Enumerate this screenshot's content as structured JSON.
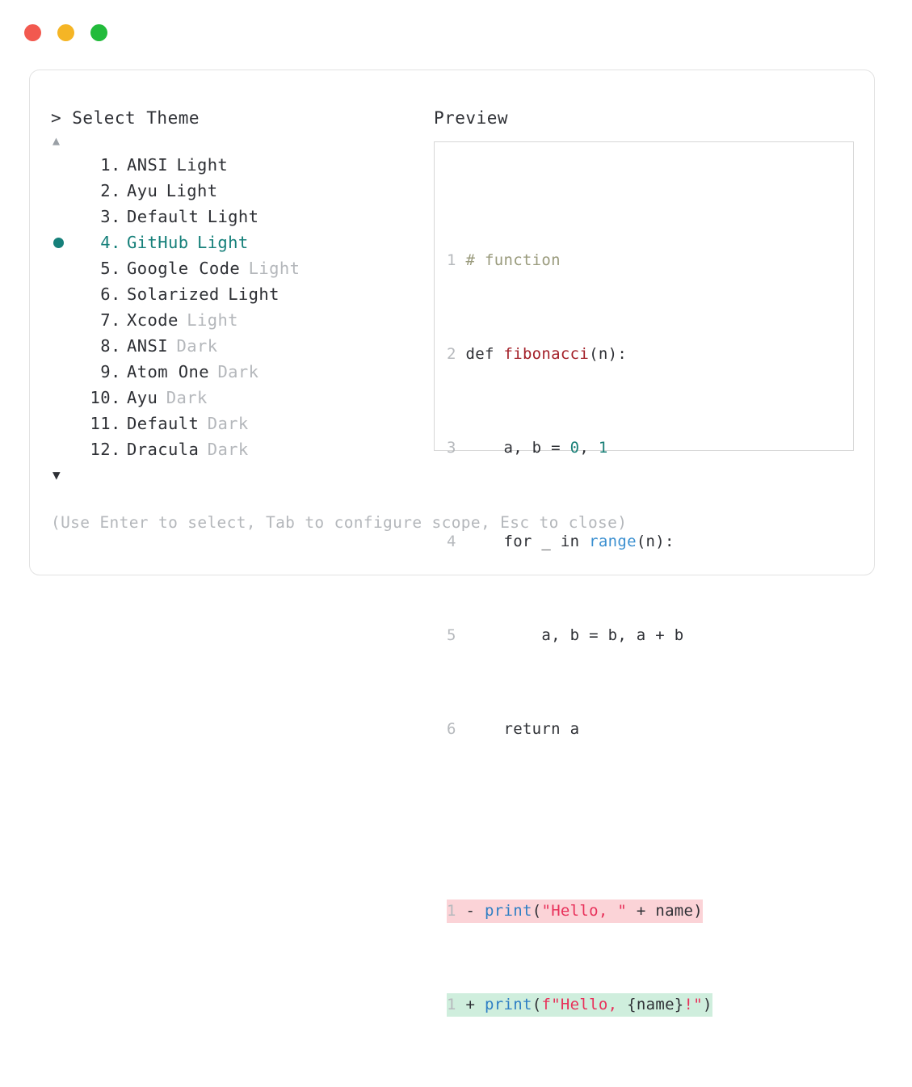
{
  "window": {
    "traffic_lights": [
      {
        "name": "close-button",
        "color": "#f2594f"
      },
      {
        "name": "minimize-button",
        "color": "#f5b525"
      },
      {
        "name": "maximize-button",
        "color": "#22bb3b"
      }
    ]
  },
  "selector": {
    "prompt": "> Select Theme",
    "scroll_up_icon": "▲",
    "scroll_down_icon": "▼",
    "selected_index": 4,
    "bullet_icon": "●",
    "accent_color": "#16807a",
    "items": [
      {
        "index": "1",
        "dot": ".",
        "name": "ANSI",
        "variant": "Light",
        "variant_strong": true,
        "selected": false
      },
      {
        "index": "2",
        "dot": ".",
        "name": "Ayu",
        "variant": "Light",
        "variant_strong": true,
        "selected": false
      },
      {
        "index": "3",
        "dot": ".",
        "name": "Default",
        "variant": "Light",
        "variant_strong": true,
        "selected": false
      },
      {
        "index": "4",
        "dot": ".",
        "name": "GitHub",
        "variant": "Light",
        "variant_strong": true,
        "selected": true
      },
      {
        "index": "5",
        "dot": ".",
        "name": "Google Code",
        "variant": "Light",
        "variant_strong": false,
        "selected": false
      },
      {
        "index": "6",
        "dot": ".",
        "name": "Solarized",
        "variant": "Light",
        "variant_strong": true,
        "selected": false
      },
      {
        "index": "7",
        "dot": ".",
        "name": "Xcode",
        "variant": "Light",
        "variant_strong": false,
        "selected": false
      },
      {
        "index": "8",
        "dot": ".",
        "name": "ANSI",
        "variant": "Dark",
        "variant_strong": false,
        "selected": false
      },
      {
        "index": "9",
        "dot": ".",
        "name": "Atom One",
        "variant": "Dark",
        "variant_strong": false,
        "selected": false
      },
      {
        "index": "10",
        "dot": ".",
        "name": "Ayu",
        "variant": "Dark",
        "variant_strong": false,
        "selected": false
      },
      {
        "index": "11",
        "dot": ".",
        "name": "Default",
        "variant": "Dark",
        "variant_strong": false,
        "selected": false
      },
      {
        "index": "12",
        "dot": ".",
        "name": "Dracula",
        "variant": "Dark",
        "variant_strong": false,
        "selected": false
      }
    ],
    "hint": "(Use Enter to select, Tab to configure scope, Esc to close)"
  },
  "preview": {
    "label": "Preview",
    "code_lines": [
      {
        "num": "1",
        "text": "# function"
      },
      {
        "num": "2",
        "text": "def fibonacci(n):"
      },
      {
        "num": "3",
        "text": "    a, b = 0, 1"
      },
      {
        "num": "4",
        "text": "    for _ in range(n):"
      },
      {
        "num": "5",
        "text": "        a, b = b, a + b"
      },
      {
        "num": "6",
        "text": "    return a"
      }
    ],
    "diff": [
      {
        "num": "1",
        "marker": "-",
        "text": "print(\"Hello, \" + name)",
        "type": "del",
        "bg": "#fbd3d7"
      },
      {
        "num": "1",
        "marker": "+",
        "text": "print(f\"Hello, {name}!\")",
        "type": "add",
        "bg": "#cfeedd"
      }
    ]
  }
}
